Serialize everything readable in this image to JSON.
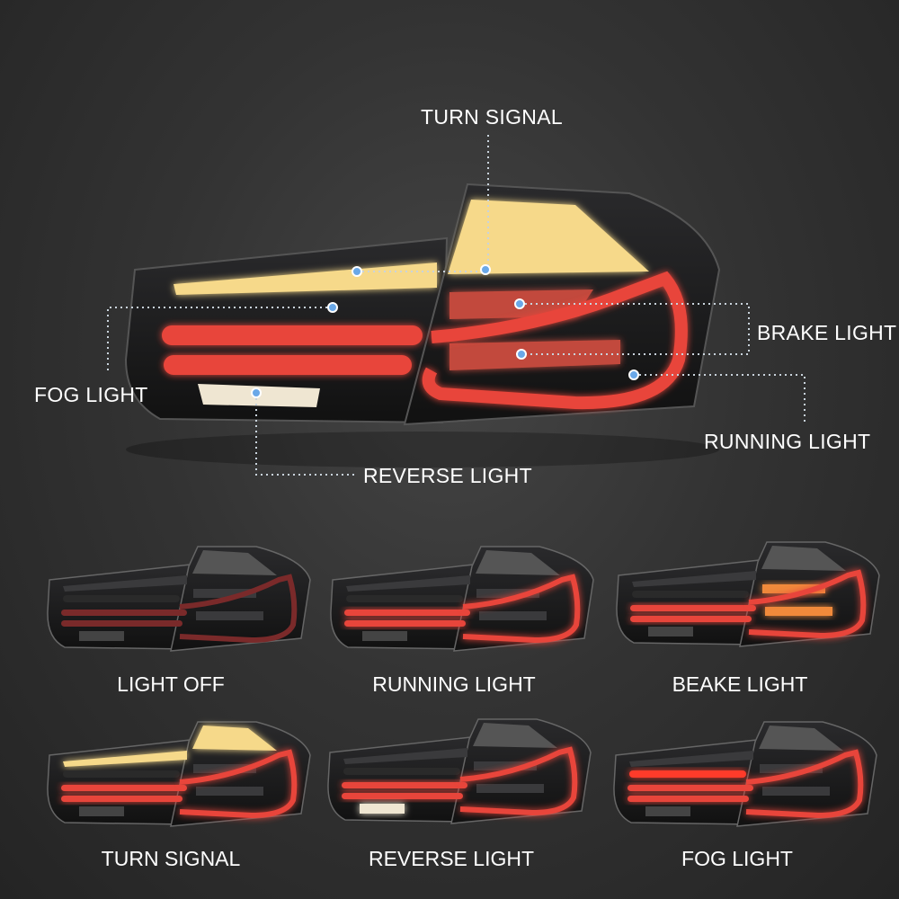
{
  "callouts": {
    "turn_signal": "TURN SIGNAL",
    "brake_light": "BRAKE LIGHT",
    "fog_light": "FOG LIGHT",
    "running_light": "RUNNING LIGHT",
    "reverse_light": "REVERSE LIGHT"
  },
  "modes": [
    {
      "label": "LIGHT OFF",
      "mode": "off"
    },
    {
      "label": "RUNNING LIGHT",
      "mode": "running"
    },
    {
      "label": "BEAKE LIGHT",
      "mode": "brake"
    },
    {
      "label": "TURN SIGNAL",
      "mode": "turn"
    },
    {
      "label": "REVERSE LIGHT",
      "mode": "reverse"
    },
    {
      "label": "FOG LIGHT",
      "mode": "fog"
    }
  ],
  "colors": {
    "turn": "#f6d98a",
    "red": "#e8453a",
    "dim_red": "#7a2a2a",
    "reverse": "#efe6d2",
    "dot": "#6aa8e8",
    "line": "#c9d3dc"
  }
}
